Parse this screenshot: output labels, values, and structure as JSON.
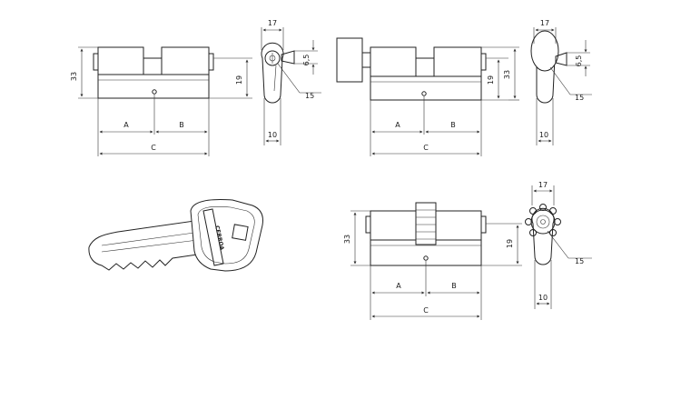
{
  "colors": {
    "stroke": "#222222",
    "background": "#ffffff"
  },
  "views": {
    "cylinder_double": {
      "label_a": "A",
      "label_b": "B",
      "label_c": "C",
      "height_33": "33",
      "height_19": "19"
    },
    "end_view_double": {
      "width_17": "17",
      "height_6_5": "6,5",
      "radius_15": "15",
      "width_10": "10"
    },
    "cylinder_thumbturn": {
      "label_a": "A",
      "label_b": "B",
      "label_c": "C",
      "height_33": "33",
      "height_19": "19"
    },
    "end_view_thumbturn": {
      "width_17": "17",
      "height_6_5": "6,5",
      "radius_15": "15",
      "width_10": "10"
    },
    "cylinder_knob": {
      "label_a": "A",
      "label_b": "B",
      "label_c": "C",
      "height_33": "33",
      "height_19": "19"
    },
    "end_view_knob": {
      "width_17": "17",
      "radius_15": "15",
      "width_10": "10"
    },
    "key": {
      "brand": "CERROA",
      "brand_icon": "key-icon"
    }
  }
}
